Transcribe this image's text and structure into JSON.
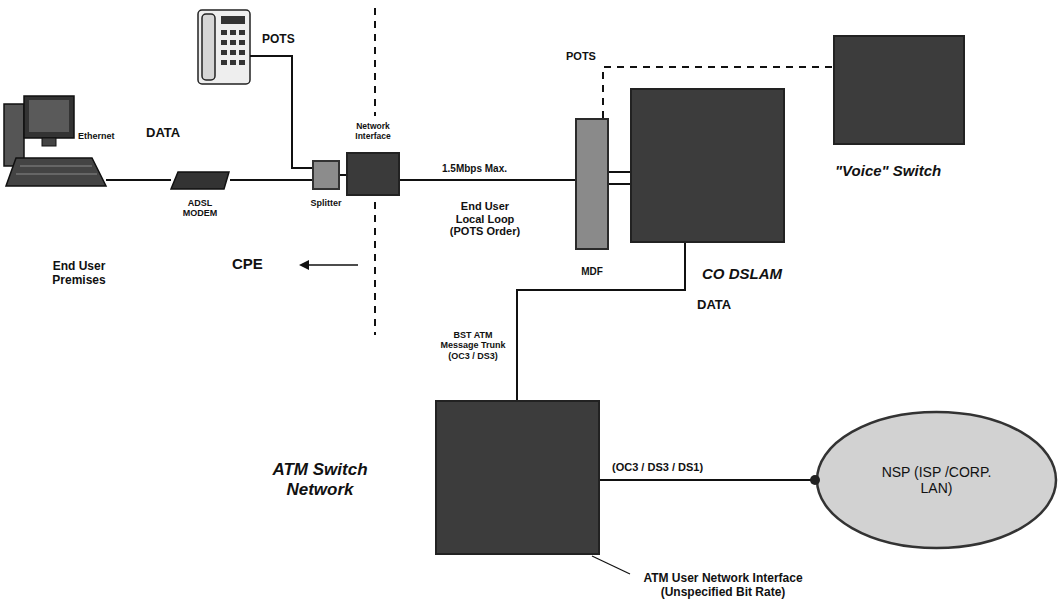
{
  "diagram": {
    "nodes": [
      {
        "text": [
          "ADSL MODEM"
        ]
      },
      {
        "text": [
          "Splitter"
        ]
      },
      {
        "text": [
          "Network Interface"
        ]
      },
      {
        "text": [
          "MDF"
        ]
      },
      {
        "text": [
          "CO DSLAM"
        ]
      },
      {
        "text": [
          "\"Voice\" Switch"
        ]
      },
      {
        "text": [
          "ATM Switch Network"
        ]
      },
      {
        "text": [
          "NSP (ISP /CORP. LAN)"
        ]
      }
    ],
    "edges": [
      {
        "from": 0,
        "to": 1,
        "arrow": "none"
      },
      {
        "from": 1,
        "to": 2,
        "arrow": "none"
      },
      {
        "from": 2,
        "to": 3,
        "arrow": "none"
      },
      {
        "from": 3,
        "to": 4,
        "arrow": "none"
      },
      {
        "from": 3,
        "to": 5,
        "arrow": "none"
      },
      {
        "from": 4,
        "to": 6,
        "arrow": "none"
      },
      {
        "from": 6,
        "to": 7,
        "label": "(OC3 / DS3 / DS1)",
        "arrow": "none"
      }
    ],
    "labels": [
      "POTS",
      "Ethernet",
      "DATA",
      "End User Premises",
      "CPE",
      "1.5Mbps Max.",
      "End User Local Loop (POTS Order)",
      "POTS",
      "BST ATM Message Trunk (OC3 / DS3)",
      "DATA",
      "ATM User Network Interface (Unspecified Bit Rate)"
    ]
  }
}
